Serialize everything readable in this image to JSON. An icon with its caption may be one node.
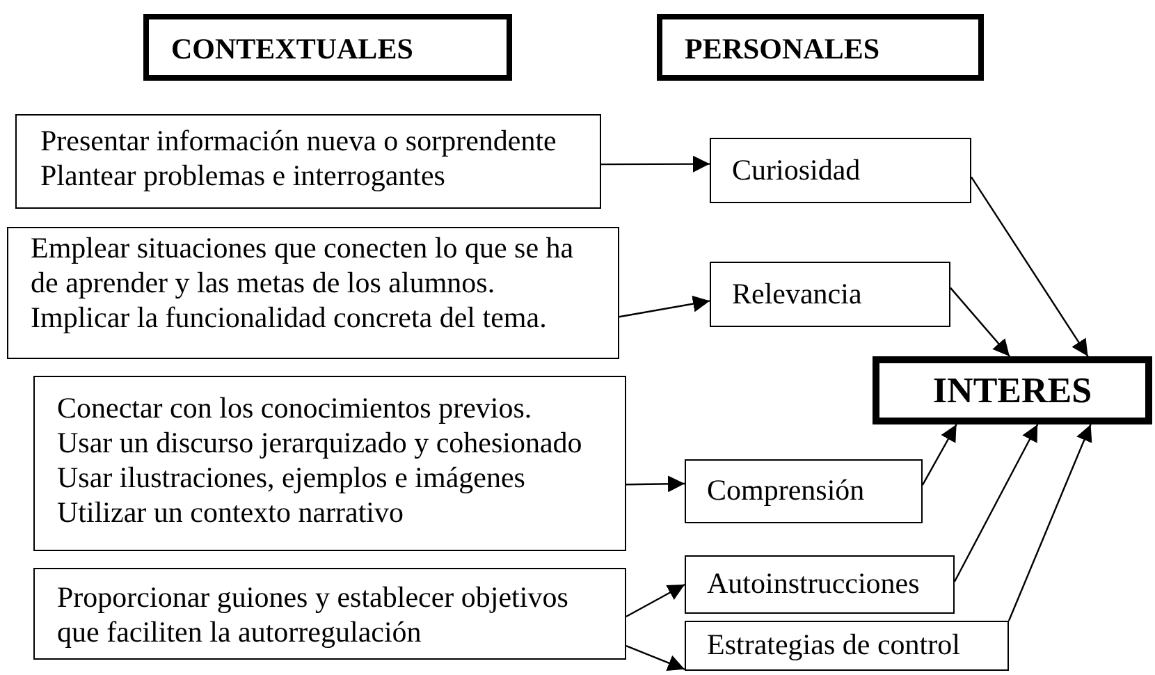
{
  "diagram": {
    "nodes": [
      {
        "text": [
          "CONTEXTUALES"
        ]
      },
      {
        "text": [
          "PERSONALES"
        ]
      },
      {
        "text": [
          "Presentar información nueva o sorprendente",
          "Plantear problemas e interrogantes"
        ]
      },
      {
        "text": [
          "Curiosidad"
        ]
      },
      {
        "text": [
          "Emplear situaciones que conecten lo que se ha de aprender y las metas de los alumnos.",
          "Implicar la funcionalidad concreta del tema."
        ]
      },
      {
        "text": [
          "Relevancia"
        ]
      },
      {
        "text": [
          "INTERES"
        ]
      },
      {
        "text": [
          "Conectar con los conocimientos previos.",
          "Usar un discurso jerarquizado y cohesionado",
          "Usar ilustraciones, ejemplos e imágenes",
          "Utilizar un contexto narrativo"
        ]
      },
      {
        "text": [
          "Comprensión"
        ]
      },
      {
        "text": [
          "Proporcionar guiones y establecer objetivos que faciliten la autorregulación"
        ]
      },
      {
        "text": [
          "Autoinstrucciones"
        ]
      },
      {
        "text": [
          "Estrategias de control"
        ]
      }
    ],
    "edges": [
      {
        "from": 2,
        "to": 3,
        "arrow": "to"
      },
      {
        "from": 4,
        "to": 5,
        "arrow": "to"
      },
      {
        "from": 7,
        "to": 8,
        "arrow": "to"
      },
      {
        "from": 9,
        "to": 10,
        "arrow": "to"
      },
      {
        "from": 9,
        "to": 11,
        "arrow": "to"
      },
      {
        "from": 3,
        "to": 6,
        "arrow": "to"
      },
      {
        "from": 5,
        "to": 6,
        "arrow": "to"
      },
      {
        "from": 8,
        "to": 6,
        "arrow": "to"
      },
      {
        "from": 10,
        "to": 6,
        "arrow": "to"
      },
      {
        "from": 11,
        "to": 6,
        "arrow": "to"
      }
    ]
  }
}
